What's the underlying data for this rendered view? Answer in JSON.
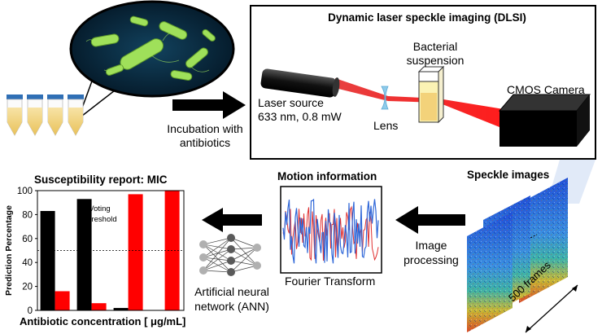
{
  "colors": {
    "laser": "#e00000",
    "bar_black": "#000000",
    "bar_red": "#ff0000",
    "tube_liquid": "#f3d27a",
    "tube_cap": "#2f6fb5",
    "speckle_low": "#1f4fd6",
    "speckle_high": "#d9532b",
    "bacteria": "#9fe05a"
  },
  "dlsi": {
    "title": "Dynamic laser speckle imaging (DLSI)",
    "laser_label_line1": "Laser source",
    "laser_label_line2": "633 nm, 0.8 mW",
    "lens_label": "Lens",
    "suspension_line1": "Bacterial",
    "suspension_line2": "suspension",
    "camera_label": "CMOS Camera"
  },
  "incubation": {
    "line1": "Incubation with",
    "line2": "antibiotics"
  },
  "speckle": {
    "title": "Speckle images",
    "frames_label": "500 frames"
  },
  "image_processing": {
    "line1": "Image",
    "line2": "processing"
  },
  "motion": {
    "title": "Motion information",
    "caption": "Fourier Transform"
  },
  "ann": {
    "line1": "Artificial neural",
    "line2": "network (ANN)"
  },
  "report": {
    "title": "Susceptibility report: MIC",
    "threshold_line1": "Voting",
    "threshold_line2": "Threshold"
  },
  "chart_data": {
    "type": "bar",
    "title": "Susceptibility report: MIC",
    "ylabel": "Prediction Percentage",
    "xlabel": "Antibiotic concentration [ μg/mL]",
    "ylim": [
      0,
      100
    ],
    "yticks": [
      "0",
      "20",
      "40",
      "60",
      "80",
      "100"
    ],
    "threshold": 50,
    "series": [
      {
        "color": "#000000",
        "values": [
          83,
          93,
          2,
          0
        ]
      },
      {
        "color": "#ff0000",
        "values": [
          16,
          6,
          97,
          100
        ]
      }
    ]
  }
}
